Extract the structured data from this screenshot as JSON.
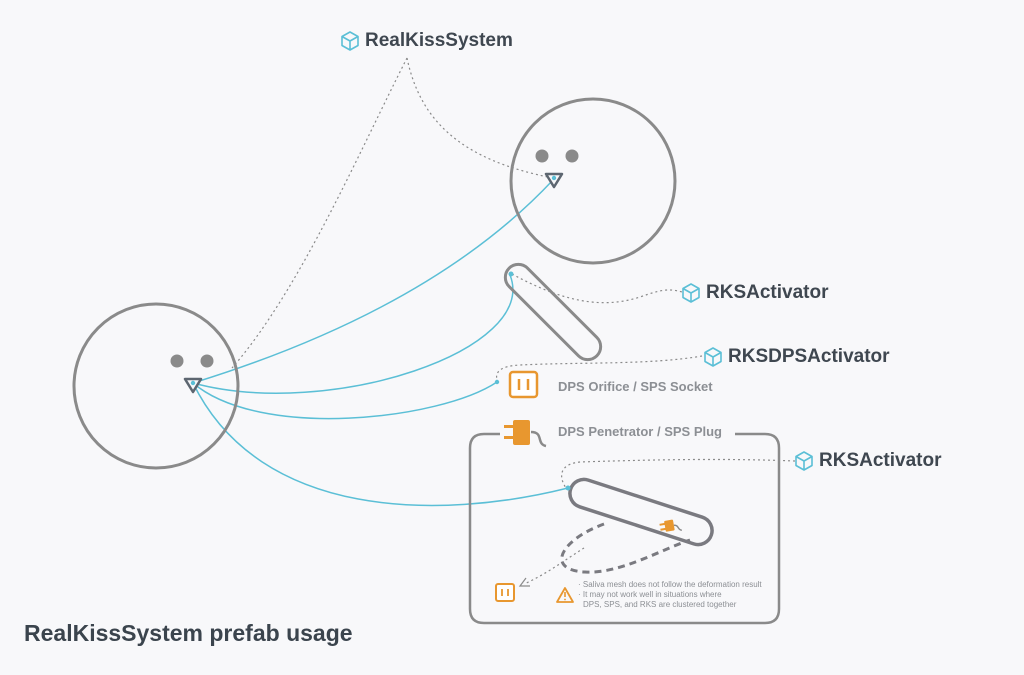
{
  "title": "RealKissSystem prefab usage",
  "components": {
    "realkiss_system": "RealKissSystem",
    "rks_activator_top": "RKSActivator",
    "rksdps_activator": "RKSDPSActivator",
    "rks_activator_bottom": "RKSActivator"
  },
  "icons": {
    "component": "unity-component-cube-icon",
    "socket": "sps-socket-icon",
    "plug": "sps-plug-icon",
    "warning": "warning-icon"
  },
  "labels": {
    "socket": "DPS Orifice / SPS Socket",
    "plug": "DPS Penetrator / SPS Plug"
  },
  "notes": [
    "Saliva mesh does not follow the deformation result",
    "It may not work well in situations where",
    "DPS, SPS, and RKS are clustered together"
  ],
  "colors": {
    "outline": "#8a8a8a",
    "dark_outline": "#7a7a80",
    "connection": "#5bbfd6",
    "dotted": "#8a8a8a",
    "accent_orange": "#e8972f",
    "text": "#3f4750",
    "muted_text": "#8c8f94"
  }
}
